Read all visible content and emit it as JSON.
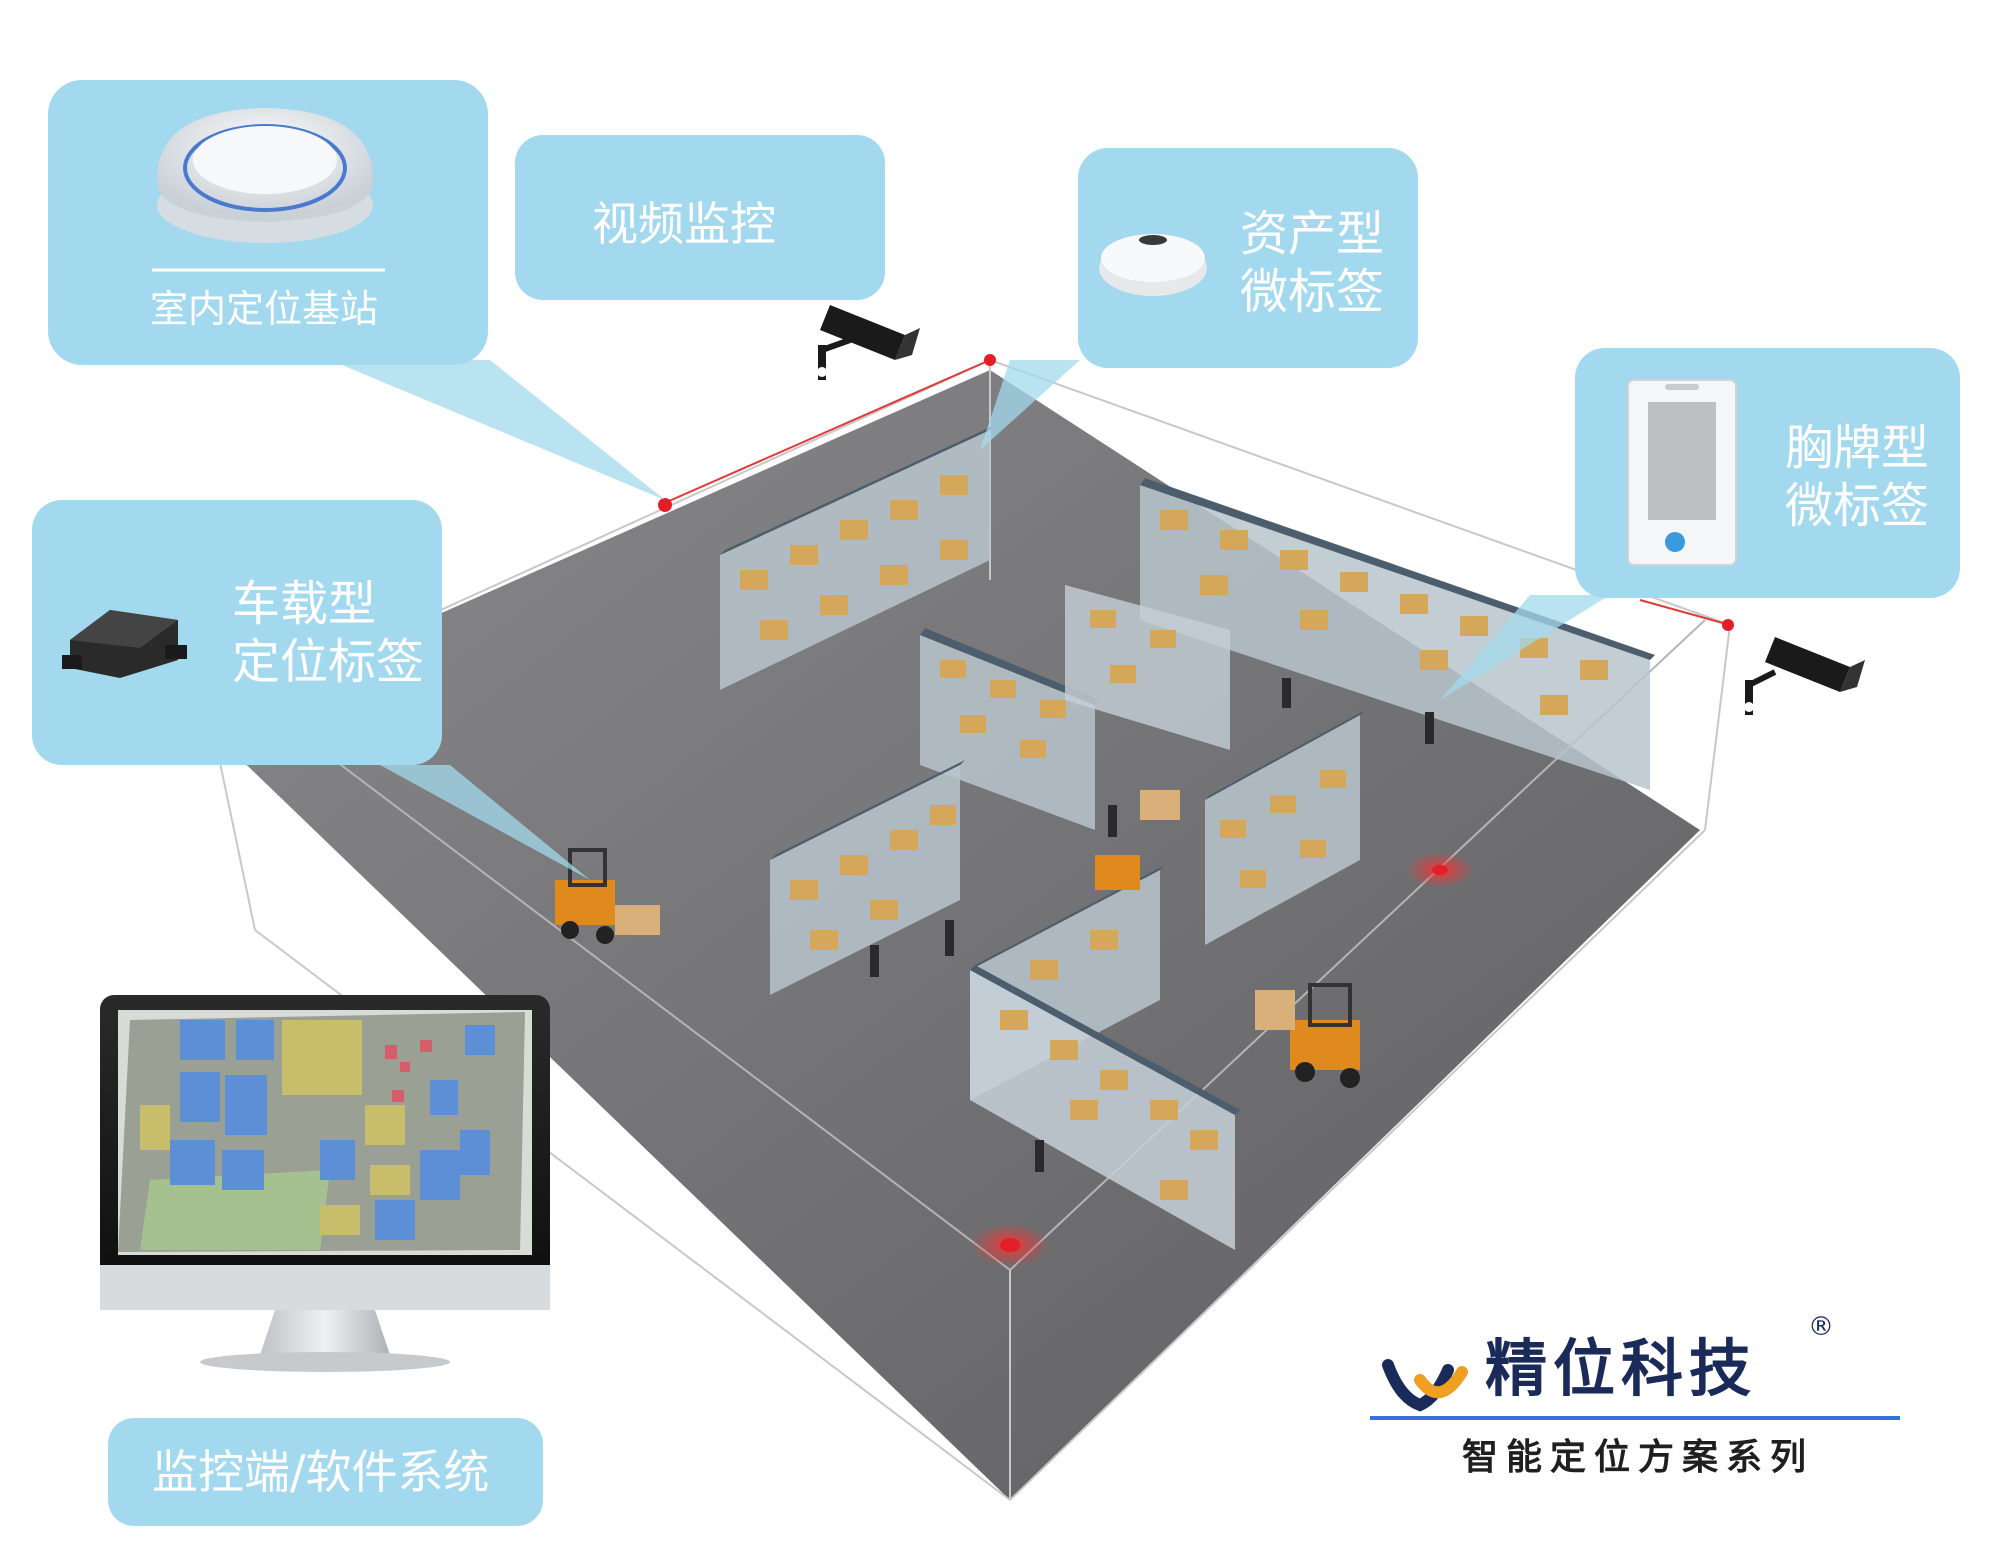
{
  "callouts": {
    "base_station": "室内定位基站",
    "video_monitor": "视频监控",
    "asset_tag_line1": "资产型",
    "asset_tag_line2": "微标签",
    "badge_tag_line1": "胸牌型",
    "badge_tag_line2": "微标签",
    "vehicle_tag_line1": "车载型",
    "vehicle_tag_line2": "定位标签",
    "monitor_system": "监控端/软件系统"
  },
  "brand": {
    "name": "精位科技",
    "registered": "®",
    "tagline": "智能定位方案系列"
  },
  "colors": {
    "callout_bg": "#a3d9ee",
    "floor": "#7a7a7c",
    "brand_dark": "#1a2b5a",
    "brand_orange": "#f0a020",
    "brand_line": "#3a6fd8",
    "alarm_red": "#e41e26"
  }
}
